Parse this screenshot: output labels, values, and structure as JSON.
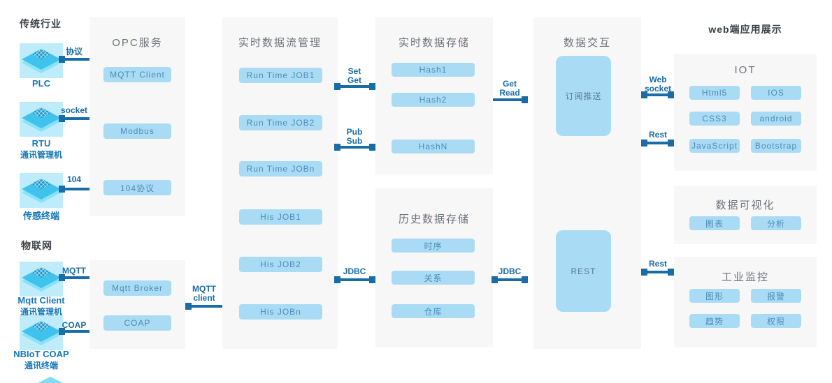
{
  "colors": {
    "panel": "#f7f7f8",
    "node": "#a9dcf4",
    "node_text": "#4e8ab8",
    "arrow": "#1a6ca6",
    "device_text": "#1678bb",
    "header_text": "#3a4046",
    "title_text": "#6e737a"
  },
  "headers": {
    "industry": "传统行业",
    "iot_net": "物联网",
    "web": "web端应用展示"
  },
  "devices": [
    {
      "label": "PLC",
      "sub": "",
      "conn": "协议",
      "icon": "plc-chip"
    },
    {
      "label": "RTU",
      "sub": "通讯管理机",
      "conn": "socket",
      "icon": "rtu-chip"
    },
    {
      "label": "传感终端",
      "sub": "",
      "conn": "104",
      "icon": "sensor-chip"
    },
    {
      "label": "Mqtt Client",
      "sub": "通讯管理机",
      "conn": "MQTT",
      "icon": "mqtt-chip"
    },
    {
      "label": "NBIoT COAP",
      "sub": "通讯终端",
      "conn": "COAP",
      "icon": "nbiot-chip"
    }
  ],
  "panels": {
    "opc": {
      "title": "OPC服务",
      "items": [
        "MQTT Client",
        "Modbus",
        "104协议"
      ]
    },
    "broker": {
      "items": [
        "Mqtt Broker",
        "COAP"
      ]
    },
    "stream": {
      "title": "实时数据流管理",
      "items": [
        "Run Time JOB1",
        "Run Time JOB2",
        "Run Time JOBn",
        "His JOB1",
        "His JOB2",
        "His JOBn"
      ]
    },
    "rt_store": {
      "title": "实时数据存储",
      "items": [
        "Hash1",
        "Hash2",
        "HashN"
      ]
    },
    "his_store": {
      "title": "历史数据存储",
      "items": [
        "时序",
        "关系",
        "仓库"
      ]
    },
    "interact": {
      "title": "数据交互",
      "boxes": [
        "订阅推送",
        "REST"
      ]
    },
    "iot": {
      "title": "IOT",
      "items": [
        "Html5",
        "IOS",
        "CSS3",
        "android",
        "JavaScript",
        "Bootstrap"
      ]
    },
    "viz": {
      "title": "数据可视化",
      "items": [
        "图表",
        "分析"
      ]
    },
    "monitor": {
      "title": "工业监控",
      "items": [
        "图形",
        "报警",
        "趋势",
        "权限"
      ]
    }
  },
  "connectors": {
    "protocol": "协议",
    "socket": "socket",
    "p104": "104",
    "mqtt": "MQTT",
    "coap": "COAP",
    "mqtt_client": [
      "MQTT",
      "client"
    ],
    "set_get": [
      "Set",
      "Get"
    ],
    "pub_sub": [
      "Pub",
      "Sub"
    ],
    "get_read": [
      "Get",
      "Read"
    ],
    "jdbc_a": "JDBC",
    "jdbc_b": "JDBC",
    "web_socket": [
      "Web",
      "socket"
    ],
    "rest_a": "Rest",
    "rest_b": "Rest"
  }
}
